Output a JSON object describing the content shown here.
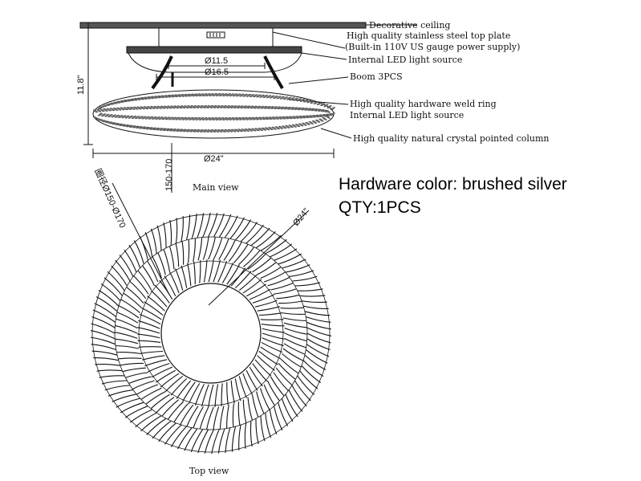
{
  "callouts": {
    "decorative_ceiling": "Decorative ceiling",
    "top_plate": "High quality stainless steel top plate",
    "power_supply": "(Built-in 110V US gauge power supply)",
    "led_source_top": "Internal LED light source",
    "boom": "Boom 3PCS",
    "weld_ring": "High quality hardware weld ring",
    "led_source_ring": "Internal LED light source",
    "crystal_column": "High quality natural crystal pointed column"
  },
  "dimensions": {
    "d_inner": "Ø11.5",
    "d_plate": "Ø16.5",
    "height": "11.8\"",
    "d_outer_main": "Ø24\"",
    "drop": "150-170",
    "ring_range": "圈径Ø150-Ø170",
    "d_outer_top": "Ø24\""
  },
  "captions": {
    "main_view": "Main view",
    "top_view": "Top view"
  },
  "specs": {
    "hardware_color": "Hardware color: brushed silver",
    "qty": "QTY:1PCS"
  },
  "colors": {
    "line": "#111111",
    "fill_dark": "#222222"
  }
}
